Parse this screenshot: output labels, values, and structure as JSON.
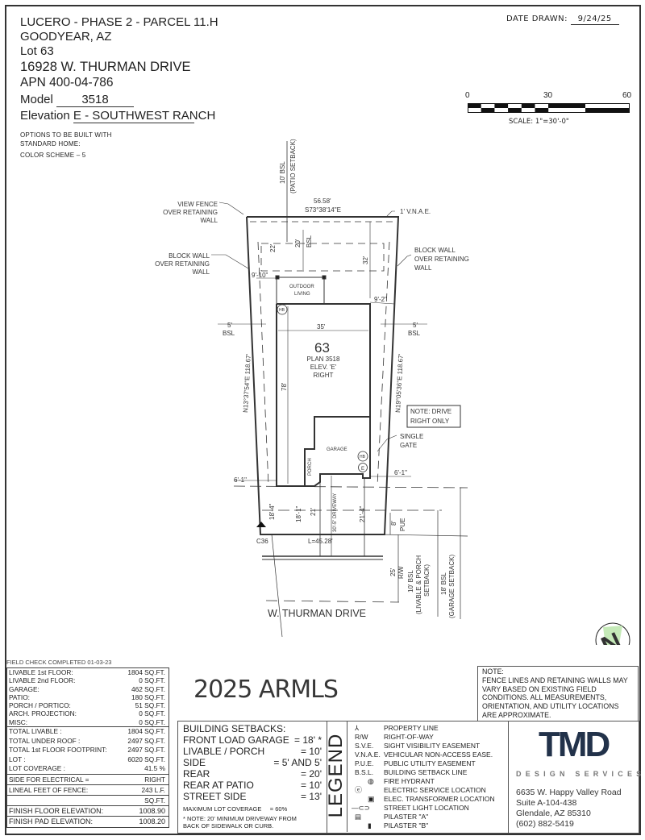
{
  "header": {
    "project": "LUCERO - PHASE 2 - PARCEL 11.H",
    "city": "GOODYEAR, AZ",
    "lot_label": "Lot",
    "lot_number": "63",
    "address": "16928 W. THURMAN DRIVE",
    "apn": "APN 400-04-786",
    "model_label": "Model",
    "model": "3518",
    "elevation_label": "Elevation",
    "elevation": "E - SOUTHWEST RANCH",
    "options_line1": "OPTIONS TO BE BUILT WITH",
    "options_line2": "STANDARD HOME:",
    "color_scheme": "COLOR  SCHEME  –  5"
  },
  "date_drawn": {
    "label": "DATE  DRAWN:",
    "value": "9/24/25"
  },
  "scale_bar": {
    "ticks": [
      "0",
      "30",
      "60"
    ],
    "caption": "SCALE:  1\"=30'-0\""
  },
  "site_plan": {
    "top_dim": "56.58'",
    "top_bearing": "S73°38'14\"E",
    "patio_bsl": "10' BSL",
    "patio_bsl_sub": "(PATIO SETBACK)",
    "vnae": "1' V.N.A.E.",
    "view_fence": [
      "VIEW FENCE",
      "OVER RETAINING",
      "WALL"
    ],
    "block_wall_left": [
      "BLOCK WALL",
      "OVER RETAINING",
      "WALL"
    ],
    "block_wall_right": [
      "BLOCK WALL",
      "OVER RETAINING",
      "WALL"
    ],
    "rear_22": "22'",
    "rear_20": "20'",
    "rear_bsl": "BSL",
    "rear_32": "32'",
    "left_9_10": "9'-10\"",
    "right_9_2": "9'-2\"",
    "outdoor_living": [
      "OUTDOOR",
      "LIVING"
    ],
    "hb": "HB",
    "side_5_left": "5'",
    "side_5_right": "5'",
    "bsl": "BSL",
    "house_width": "35'",
    "lot_no": "63",
    "plan": "PLAN 3518",
    "elev": "ELEV. 'E'",
    "hand": "RIGHT",
    "left_bearing": "N13°37'54\"E  118.67'",
    "right_bearing": "N19°05'36\"E  118.67'",
    "house_depth": "78'",
    "note_drive": [
      "NOTE: DRIVE",
      "RIGHT ONLY"
    ],
    "single_gate": [
      "SINGLE",
      "GATE"
    ],
    "garage": "GARAGE",
    "porch": "PORCH",
    "e_symbol": "E",
    "left_6_1": "6'-1\"",
    "right_6_1": "6'-1\"",
    "d_18_4": "18'-4\"",
    "d_18_1": "18'-1\"",
    "d_21": "21'",
    "d_21_4": "21'-4\"",
    "driveway": "30'-5\" DRIVEWAY",
    "pue_8": "8'",
    "pue": "PUE",
    "c36": "C36",
    "arc": "L=45.28'",
    "rw_25": "25'",
    "rw": "R/W",
    "bsl_10": [
      "10' BSL",
      "(LIVABLE & PORCH",
      "SETBACK)"
    ],
    "bsl_18": [
      "18' BSL",
      "(GARAGE SETBACK)"
    ],
    "street": "W. THURMAN DRIVE"
  },
  "field_check": "FIELD CHECK COMPLETED 01-03-23",
  "areas": [
    {
      "label": "LIVABLE 1st FLOOR:",
      "value": "1804",
      "unit": "SQ.FT."
    },
    {
      "label": "LIVABLE 2nd FLOOR:",
      "value": "0",
      "unit": "SQ.FT."
    },
    {
      "label": "GARAGE:",
      "value": "462",
      "unit": "SQ.FT."
    },
    {
      "label": "PATIO:",
      "value": "180",
      "unit": "SQ.FT."
    },
    {
      "label": "PORCH / PORTICO:",
      "value": "51",
      "unit": "SQ.FT."
    },
    {
      "label": "ARCH. PROJECTION:",
      "value": "0",
      "unit": "SQ.FT."
    },
    {
      "label": "MISC:",
      "value": "0",
      "unit": "SQ.FT."
    }
  ],
  "totals": [
    {
      "label": "TOTAL LIVABLE :",
      "value": "1804",
      "unit": "SQ.FT."
    },
    {
      "label": "TOTAL UNDER ROOF :",
      "value": "2497",
      "unit": "SQ.FT."
    },
    {
      "label": "TOTAL 1st FLOOR FOOTPRINT:",
      "value": "2497",
      "unit": "SQ.FT."
    },
    {
      "label": "LOT :",
      "value": "6020",
      "unit": "SQ.FT."
    },
    {
      "label": "LOT COVERAGE :",
      "value": "41.5",
      "unit": "%"
    }
  ],
  "electrical": {
    "label": "SIDE FOR ELECTRICAL =",
    "value": "RIGHT"
  },
  "obscured_rows": [
    {
      "label": "LINEAL FEET OF FENCE:",
      "value": "243 L.F."
    },
    {
      "label": "",
      "value": "SQ.FT."
    }
  ],
  "watermark": "2025 ARMLS",
  "elevations": [
    {
      "label": "FINISH FLOOR ELEVATION:",
      "value": "1008.90"
    },
    {
      "label": "FINISH PAD ELEVATION:",
      "value": "1008.20"
    }
  ],
  "setbacks": {
    "title": "BUILDING SETBACKS:",
    "rows": [
      {
        "label": "FRONT LOAD GARAGE",
        "value": "= 18' *"
      },
      {
        "label": "LIVABLE / PORCH",
        "value": "= 10'"
      },
      {
        "label": "SIDE",
        "value": "= 5' AND 5'"
      },
      {
        "label": "REAR",
        "value": "= 20'"
      },
      {
        "label": "REAR AT PATIO",
        "value": "= 10'"
      },
      {
        "label": "STREET SIDE",
        "value": "= 13'"
      }
    ],
    "max_coverage": "MAXIMUM LOT COVERAGE     = 60%",
    "note1": "* NOTE: 20' MINIMUM DRIVEWAY FROM",
    "note2": "BACK OF SIDEWALK OR CURB."
  },
  "legend": {
    "title": "LEGEND",
    "items": [
      {
        "abbr": "⅄",
        "text": "PROPERTY LINE"
      },
      {
        "abbr": "R/W",
        "text": "RIGHT-OF-WAY"
      },
      {
        "abbr": "S.V.E.",
        "text": "SIGHT VISIBILITY EASEMENT"
      },
      {
        "abbr": "V.N.A.E.",
        "text": "VEHICULAR NON-ACCESS EASE."
      },
      {
        "abbr": "P.U.E.",
        "text": "PUBLIC UTILITY EASEMENT"
      },
      {
        "abbr": "B.S.L.",
        "text": "BUILDING SETBACK LINE"
      },
      {
        "icon": "fire-hydrant-icon",
        "text": "FIRE HYDRANT"
      },
      {
        "icon": "electric-service-icon",
        "text": "ELECTRIC SERVICE LOCATION"
      },
      {
        "icon": "transformer-icon",
        "text": "ELEC. TRANSFORMER LOCATION"
      },
      {
        "icon": "street-light-icon",
        "text": "STREET LIGHT LOCATION"
      },
      {
        "icon": "pilaster-a-icon",
        "text": "PILASTER \"A\""
      },
      {
        "icon": "pilaster-b-icon",
        "text": "PILASTER \"B\""
      }
    ]
  },
  "note": {
    "title": "NOTE:",
    "lines": [
      "FENCE LINES AND RETAINING WALLS MAY",
      "VARY BASED ON EXISTING FIELD",
      "CONDITIONS.  ALL MEASUREMENTS,",
      "ORIENTATION, AND UTILITY LOCATIONS",
      "ARE APPROXIMATE."
    ]
  },
  "company": {
    "logo": "TMD",
    "tagline": "DESIGN SERVICES",
    "address1": "6635 W. Happy Valley Road",
    "address2": "Suite A-104-438",
    "address3": "Glendale, AZ 85310",
    "phone": "(602) 882-5419",
    "brand_color": "#22324a",
    "accent_color": "#8a8a8a"
  },
  "north_arrow": {
    "letter": "N",
    "fill": "#bfe8b0"
  }
}
